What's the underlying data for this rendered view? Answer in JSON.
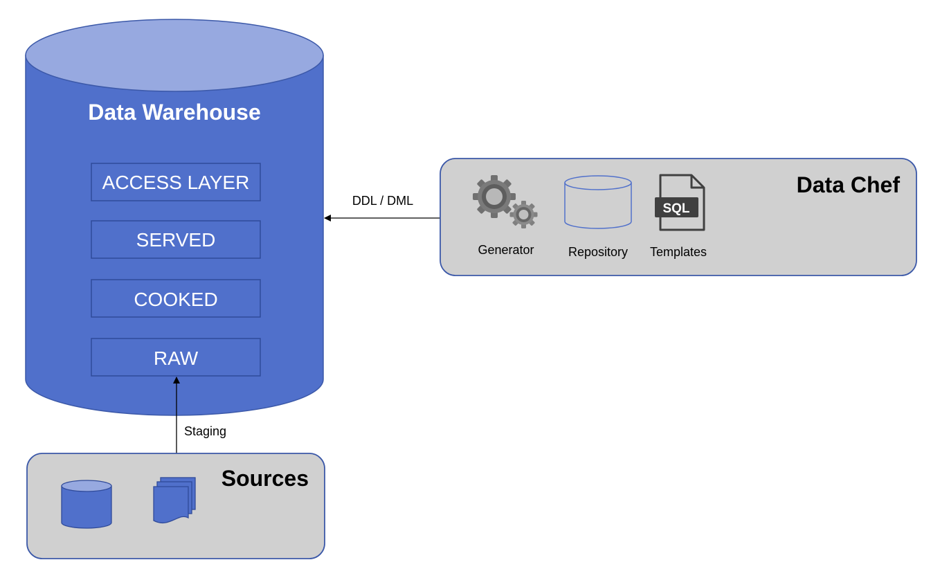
{
  "colors": {
    "warehouse_fill": "#5070CB",
    "warehouse_top": "#97A9E0",
    "warehouse_stroke": "#3B58A8",
    "panel_fill": "#D0D0D0",
    "panel_stroke": "#3B58A8",
    "arrow": "#000000",
    "layer_border": "#2F4A99",
    "white": "#FFFFFF",
    "dark_text": "#000000"
  },
  "warehouse": {
    "title": "Data Warehouse",
    "layers": [
      "ACCESS LAYER",
      "SERVED",
      "COOKED",
      "RAW"
    ]
  },
  "edges": {
    "chef_to_warehouse": "DDL / DML",
    "sources_to_warehouse": "Staging"
  },
  "data_chef": {
    "title": "Data Chef",
    "components": {
      "generator": {
        "label": "Generator",
        "icon": "gears-icon"
      },
      "repository": {
        "label": "Repository",
        "icon": "cylinder-icon"
      },
      "templates": {
        "label": "Templates",
        "icon": "sql-file-icon",
        "badge": "SQL"
      }
    }
  },
  "sources": {
    "title": "Sources",
    "icons": [
      "database-icon",
      "documents-icon"
    ]
  }
}
